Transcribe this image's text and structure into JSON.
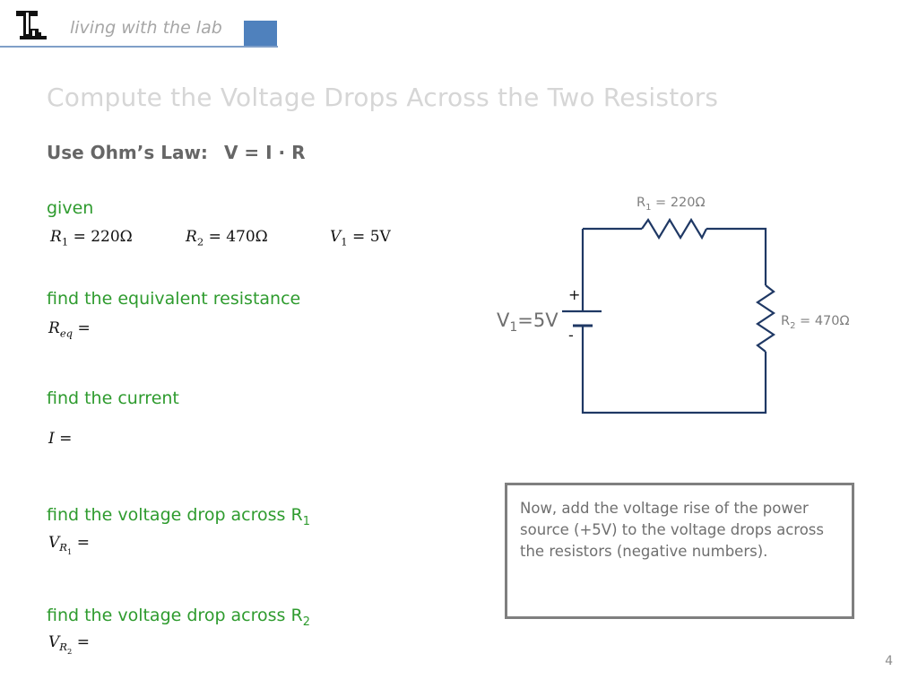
{
  "header": {
    "brand": "living with the lab"
  },
  "title": "Compute the Voltage Drops Across the Two Resistors",
  "ohms_law": {
    "label": "Use Ohm’s Law:",
    "equation": "V = I · R"
  },
  "given": {
    "label": "given",
    "r1_sym": "R",
    "r1_sub": "1",
    "r1_val": "= 220Ω",
    "r2_sym": "R",
    "r2_sub": "2",
    "r2_val": "= 470Ω",
    "v1_sym": "V",
    "v1_sub": "1",
    "v1_val": "= 5V"
  },
  "equivalent": {
    "label": "find the equivalent resistance",
    "sym": "R",
    "sub": "eq",
    "rest": "="
  },
  "current": {
    "label": "find the current",
    "sym": "I",
    "rest": "="
  },
  "drop_r1": {
    "label": "find the voltage drop across R",
    "label_sub": "1",
    "sym": "V",
    "sub": "R",
    "subsub": "1",
    "rest": "="
  },
  "drop_r2": {
    "label": "find the voltage drop across R",
    "label_sub": "2",
    "sym": "V",
    "sub": "R",
    "subsub": "2",
    "rest": "="
  },
  "circuit": {
    "r1_label": "R",
    "r1_sub": "1",
    "r1_value": " = 220Ω",
    "r2_label": "R",
    "r2_sub": "2",
    "r2_value": " = 470Ω",
    "v_label": "V",
    "v_sub": "1",
    "v_value": "=5V",
    "plus": "+",
    "minus": "-",
    "wire_color": "#1f3864"
  },
  "note": "Now, add the voltage rise of the power source (+5V) to the voltage drops across the resistors (negative numbers).",
  "page_number": "4"
}
